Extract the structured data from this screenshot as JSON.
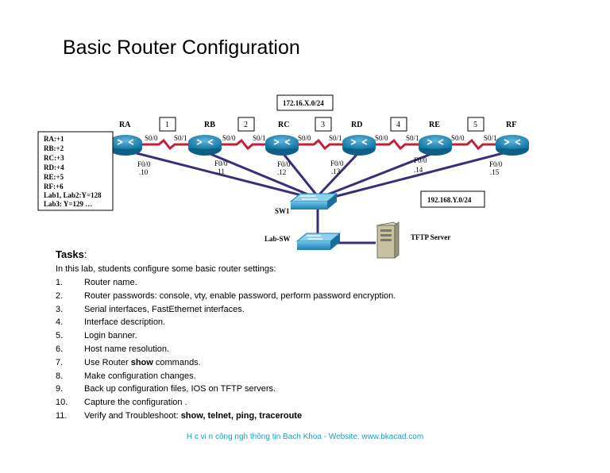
{
  "title": "Basic Router Configuration",
  "network_top": "172.16.X.0/24",
  "network_bottom": "192.168.Y.0/24",
  "routers": [
    {
      "name": "RA",
      "f00": "F0/0",
      "ip": ".10"
    },
    {
      "name": "RB",
      "f00": "F0/0",
      "ip": ".11"
    },
    {
      "name": "RC",
      "f00": "F0/0",
      "ip": ".12"
    },
    {
      "name": "RD",
      "f00": "F0/0",
      "ip": ".13"
    },
    {
      "name": "RE",
      "f00": "F0/0",
      "ip": ".14"
    },
    {
      "name": "RF",
      "f00": "F0/0",
      "ip": ".15"
    }
  ],
  "links": [
    "1",
    "2",
    "3",
    "4",
    "5"
  ],
  "ports": {
    "s00": "S0/0",
    "s01": "S0/1"
  },
  "switches": {
    "sw1": "SW1",
    "lab_sw": "Lab-SW"
  },
  "server": "TFTP Server",
  "legend": [
    "RA:+1",
    "RB:+2",
    "RC:+3",
    "RD:+4",
    "RE:+5",
    "RF:+6",
    "Lab1, Lab2:Y=128",
    "Lab3: Y=129 …"
  ],
  "tasks": {
    "heading": "Tasks",
    "heading_colon": ":",
    "intro": "In this lab, students configure some basic router settings:",
    "items": [
      {
        "num": "1.",
        "text": "Router name.",
        "bold": ""
      },
      {
        "num": "2.",
        "text": "Router passwords: console, vty, enable password, perform password encryption.",
        "bold": ""
      },
      {
        "num": "3.",
        "text": "Serial interfaces, FastEthernet interfaces.",
        "bold": ""
      },
      {
        "num": "4.",
        "text": "Interface description.",
        "bold": ""
      },
      {
        "num": "5.",
        "text": "Login banner.",
        "bold": ""
      },
      {
        "num": "6.",
        "text": "Host name resolution.",
        "bold": ""
      },
      {
        "num": "7.",
        "text": "Use Router ",
        "bold": "show",
        "after": " commands."
      },
      {
        "num": "8.",
        "text": "Make configuration changes.",
        "bold": ""
      },
      {
        "num": "9.",
        "text": "Back up configuration files, IOS on TFTP servers.",
        "bold": ""
      },
      {
        "num": "10.",
        "text": "Capture the configuration .",
        "bold": ""
      },
      {
        "num": "11.",
        "text": "Verify and Troubleshoot: ",
        "bold": "show, telnet, ping, traceroute"
      }
    ]
  },
  "footer": "H  c vi  n công ngh   thông tin Bach Khoa -  Website: www.bkacad.com",
  "colors": {
    "router_blue": "#1f86b3",
    "link_purple": "#3b2c7e",
    "serial_red": "#c0203a",
    "footer_teal": "#1aa0b8"
  }
}
